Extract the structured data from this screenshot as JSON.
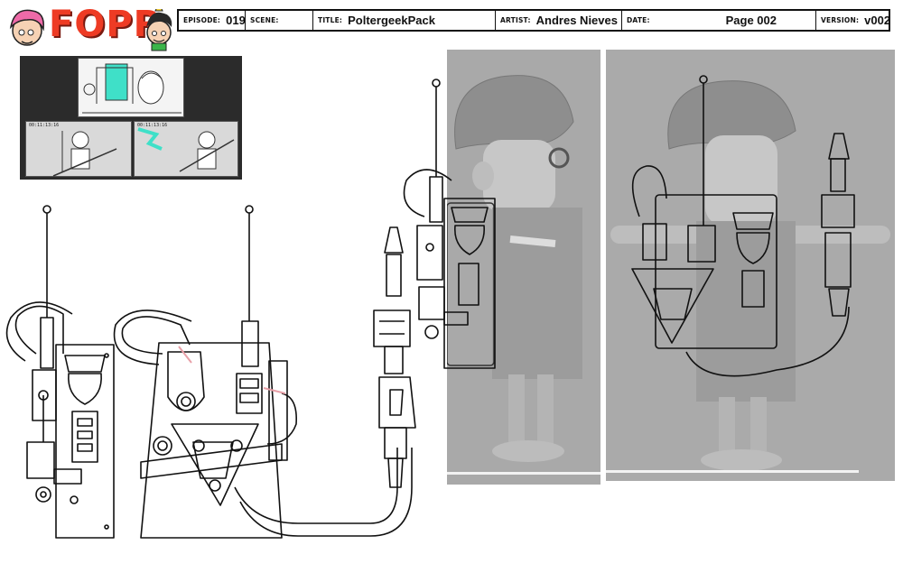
{
  "logo": {
    "text": "FOPR"
  },
  "header": {
    "episode_label": "EPISODE:",
    "episode_value": "019",
    "scene_label": "SCENE:",
    "scene_value": "",
    "title_label": "TITLE:",
    "title_value": "PoltergeekPack",
    "artist_label": "ARTIST:",
    "artist_value": "Andres Nieves",
    "date_label": "DATE:",
    "page_value": "Page 002",
    "version_label": "VERSION:",
    "version_value": "v002"
  },
  "storyboard": {
    "timecode_left": "00:11:13:16",
    "timecode_right": "00:11:13:16"
  },
  "colors": {
    "logo_red": "#ee3b24",
    "ecto_teal": "#3fe0c8",
    "pink_accent": "#e8a0a8",
    "render_gray": "#a8a8a8"
  }
}
